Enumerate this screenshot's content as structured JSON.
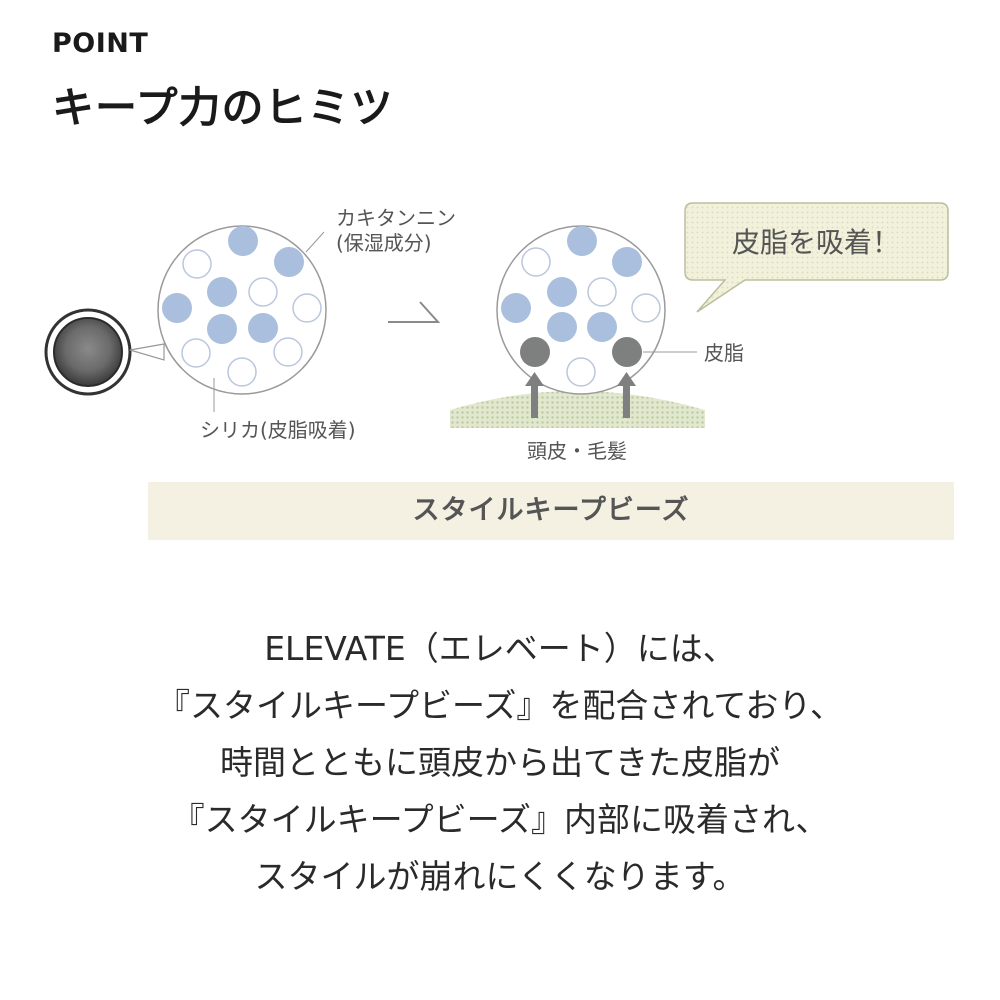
{
  "header": {
    "point_label": "POINT",
    "title": "キープ力のヒミツ"
  },
  "diagram": {
    "bead_label_line1": "カキタンニン",
    "bead_label_line2": "(保湿成分)",
    "silica_label": "シリカ(皮脂吸着)",
    "sebum_label": "皮脂",
    "scalp_label": "頭皮・毛髪",
    "speech_bubble": "皮脂を吸着！",
    "colors": {
      "blue_bead": "#a9bfdd",
      "white_bead_stroke": "#b9c7dd",
      "sebum_bead": "#7d807e",
      "arrow": "#7d807e",
      "scalp": "#d4dcbc",
      "bubble_fill": "#eeeed6"
    }
  },
  "banner": {
    "label": "スタイルキープビーズ"
  },
  "description": {
    "lines": [
      "ELEVATE（エレベート）には、",
      "『スタイルキープビーズ』を配合されており、",
      "時間とともに頭皮から出てきた皮脂が",
      "『スタイルキープビーズ』内部に吸着され、",
      "スタイルが崩れにくくなります。"
    ]
  }
}
